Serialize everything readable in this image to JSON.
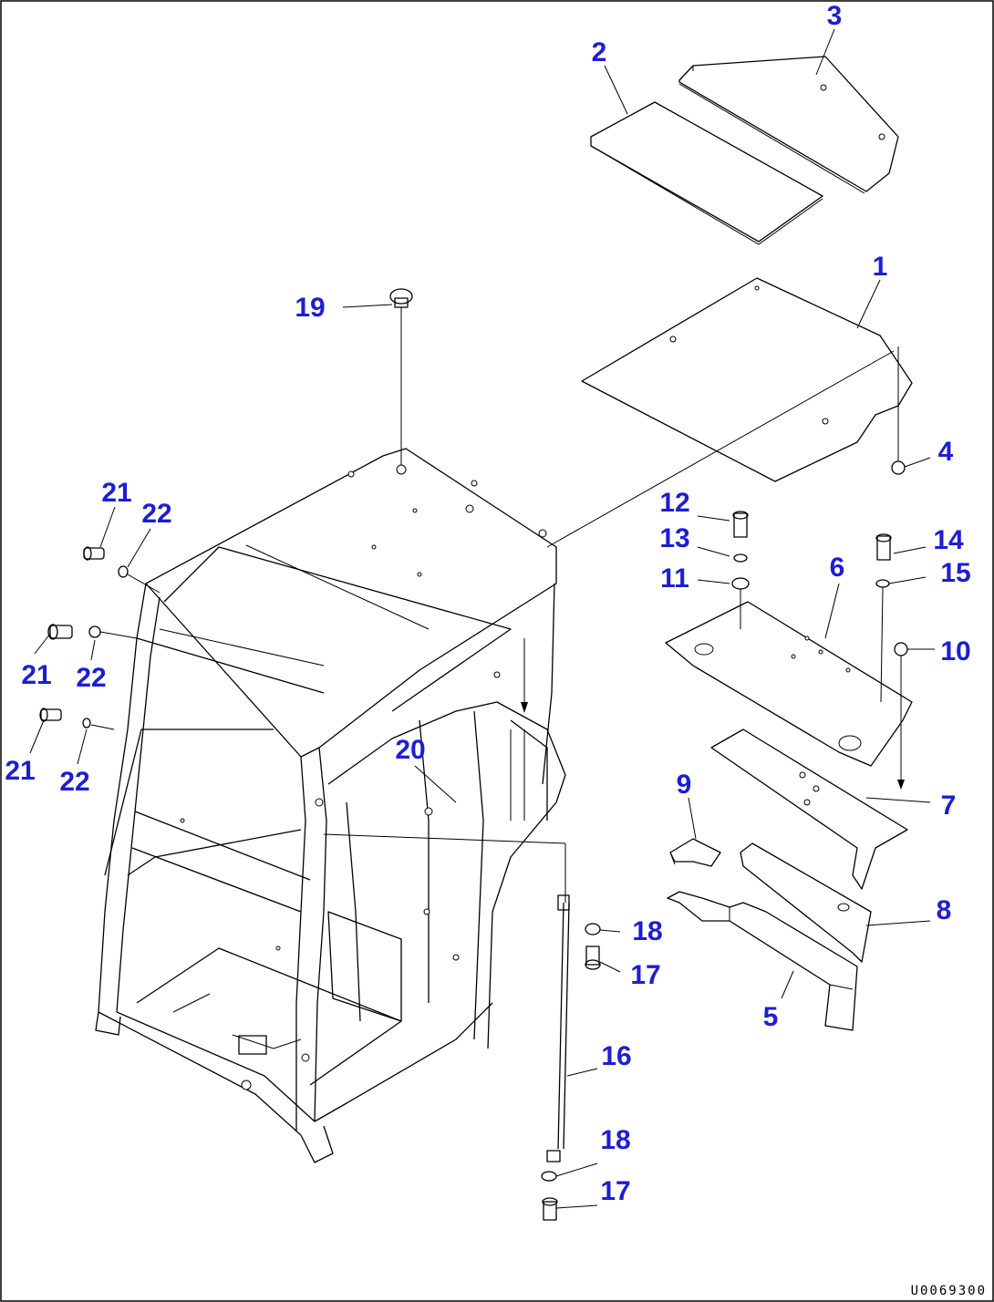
{
  "diagram": {
    "drawing_code": "U0069300",
    "callouts": [
      {
        "id": "c1",
        "text": "1"
      },
      {
        "id": "c2",
        "text": "2"
      },
      {
        "id": "c3",
        "text": "3"
      },
      {
        "id": "c4",
        "text": "4"
      },
      {
        "id": "c5",
        "text": "5"
      },
      {
        "id": "c6",
        "text": "6"
      },
      {
        "id": "c7",
        "text": "7"
      },
      {
        "id": "c8",
        "text": "8"
      },
      {
        "id": "c9",
        "text": "9"
      },
      {
        "id": "c10",
        "text": "10"
      },
      {
        "id": "c11",
        "text": "11"
      },
      {
        "id": "c12",
        "text": "12"
      },
      {
        "id": "c13",
        "text": "13"
      },
      {
        "id": "c14",
        "text": "14"
      },
      {
        "id": "c15",
        "text": "15"
      },
      {
        "id": "c16",
        "text": "16"
      },
      {
        "id": "c17a",
        "text": "17"
      },
      {
        "id": "c17b",
        "text": "17"
      },
      {
        "id": "c18a",
        "text": "18"
      },
      {
        "id": "c18b",
        "text": "18"
      },
      {
        "id": "c19",
        "text": "19"
      },
      {
        "id": "c20",
        "text": "20"
      },
      {
        "id": "c21a",
        "text": "21"
      },
      {
        "id": "c21b",
        "text": "21"
      },
      {
        "id": "c21c",
        "text": "21"
      },
      {
        "id": "c22a",
        "text": "22"
      },
      {
        "id": "c22b",
        "text": "22"
      },
      {
        "id": "c22c",
        "text": "22"
      }
    ]
  }
}
